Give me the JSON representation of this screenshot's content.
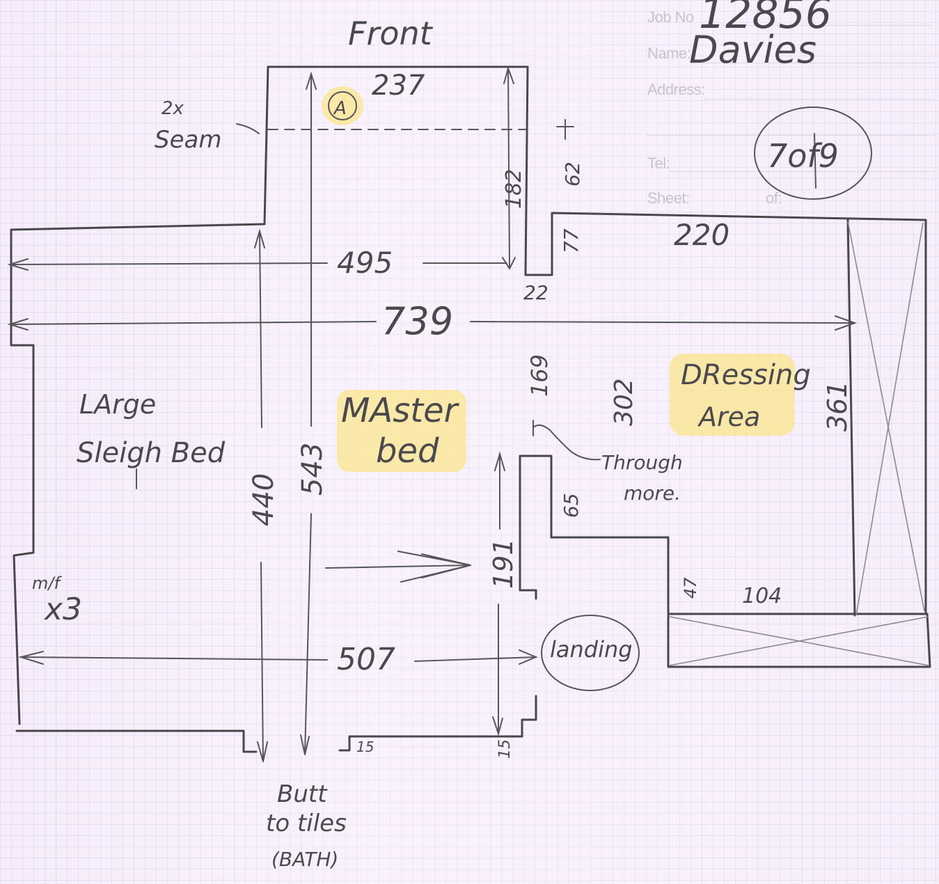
{
  "form": {
    "job_no_label": "Job No",
    "name_label": "Name:",
    "address_label": "Address:",
    "tel_label": "Tel:",
    "sheet_label": "Sheet:",
    "of_label": "of:"
  },
  "header": {
    "job_number": "12856",
    "client_name": "Davies",
    "sheet_count": "7of9"
  },
  "plan": {
    "front_label": "Front",
    "seam_note": "2x Seam",
    "seam_marker": "A",
    "bed_note": "LArge Sleigh Bed",
    "room_name": "MAster bed",
    "dressing_area": "DRessing Area",
    "landing": "landing",
    "through_note": "Through more.",
    "butt_note": "Butt to tiles (BATH)",
    "mf_note": "m/f x3",
    "dims": {
      "d237": "237",
      "d182": "182",
      "d62": "62",
      "d495": "495",
      "d22": "22",
      "d77": "77",
      "d220": "220",
      "d739": "739",
      "d169": "169",
      "d302": "302",
      "d361": "361",
      "d440": "440",
      "d543": "543",
      "d65": "65",
      "d191": "191",
      "d47": "47",
      "d104": "104",
      "d507": "507",
      "d15a": "15",
      "d15b": "15"
    }
  },
  "colors": {
    "paper": "#f6ecfb",
    "grid": "#96aad2",
    "pencil": "#48484c",
    "highlight": "#fbe58d"
  }
}
